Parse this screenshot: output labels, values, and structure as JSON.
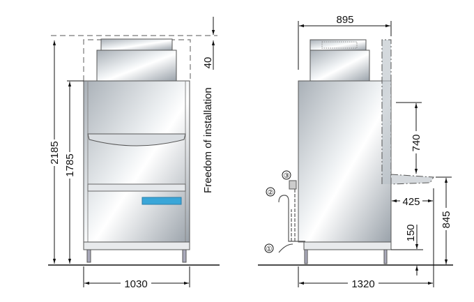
{
  "front_view": {
    "dim_total_height": "2185",
    "dim_machine_height": "1785",
    "dim_width": "1030",
    "dim_clearance": "40",
    "clearance_label": "Freedom of installation"
  },
  "side_view": {
    "dim_top_depth": "895",
    "dim_depth": "1320",
    "dim_door_opening": "740",
    "dim_table_depth": "425",
    "dim_table_height": "845",
    "dim_connection_height": "150",
    "connection_markers": [
      "①",
      "②",
      "③"
    ]
  },
  "colors": {
    "steel_light": "#f4f6f8",
    "steel_dark": "#9aa3ab",
    "control_panel": "#3aa6d8"
  }
}
